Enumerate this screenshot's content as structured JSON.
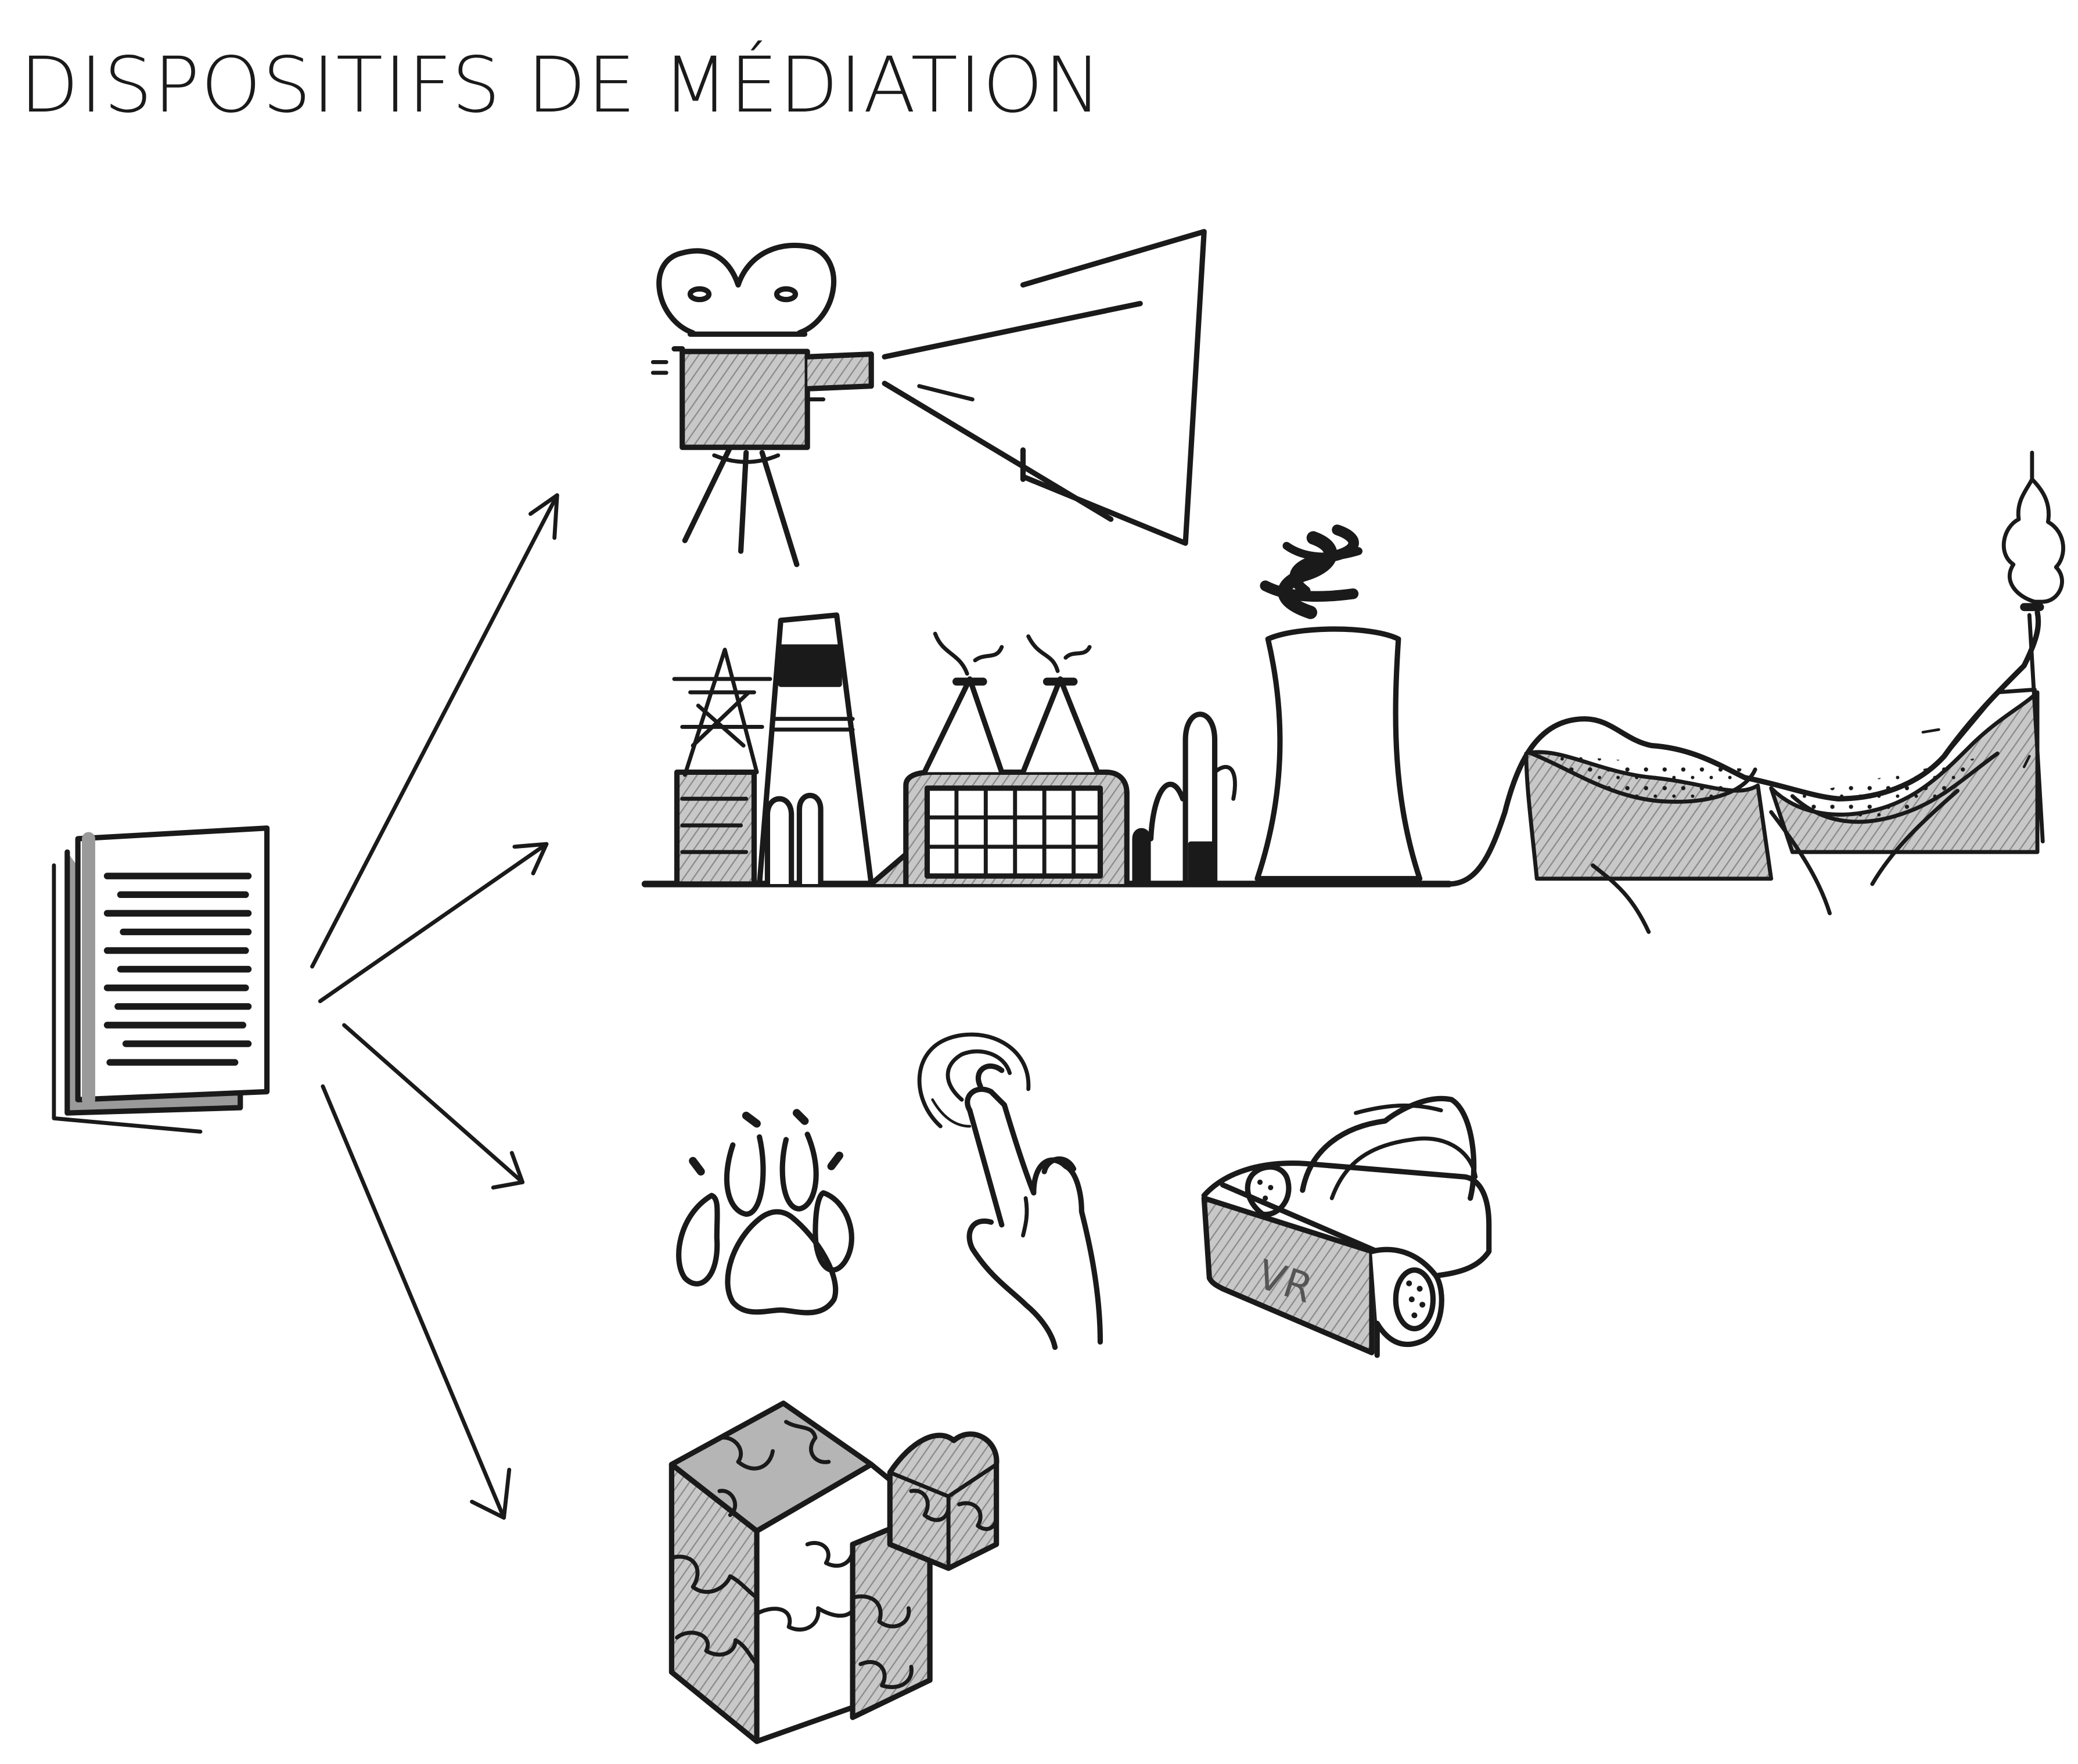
{
  "title": "DISPOSITIFS DE MÉDIATION",
  "colors": {
    "ink": "#1a1a1a",
    "shade": "#9a9a9a",
    "light_shade": "#c8c8c8",
    "paper": "#ffffff"
  },
  "nodes": [
    {
      "id": "source-documents",
      "icon": "document-stack-icon"
    },
    {
      "id": "film-projection",
      "icon": "film-projector-icon"
    },
    {
      "id": "landscape-panorama",
      "icon": "industrial-landscape-icon"
    },
    {
      "id": "sensory-interactive",
      "icons": [
        "paw-print-icon",
        "touch-hand-icon",
        "vr-headset-icon"
      ]
    },
    {
      "id": "puzzle-model",
      "icon": "puzzle-cube-icon"
    }
  ],
  "vr_headset": {
    "label": "VR"
  }
}
